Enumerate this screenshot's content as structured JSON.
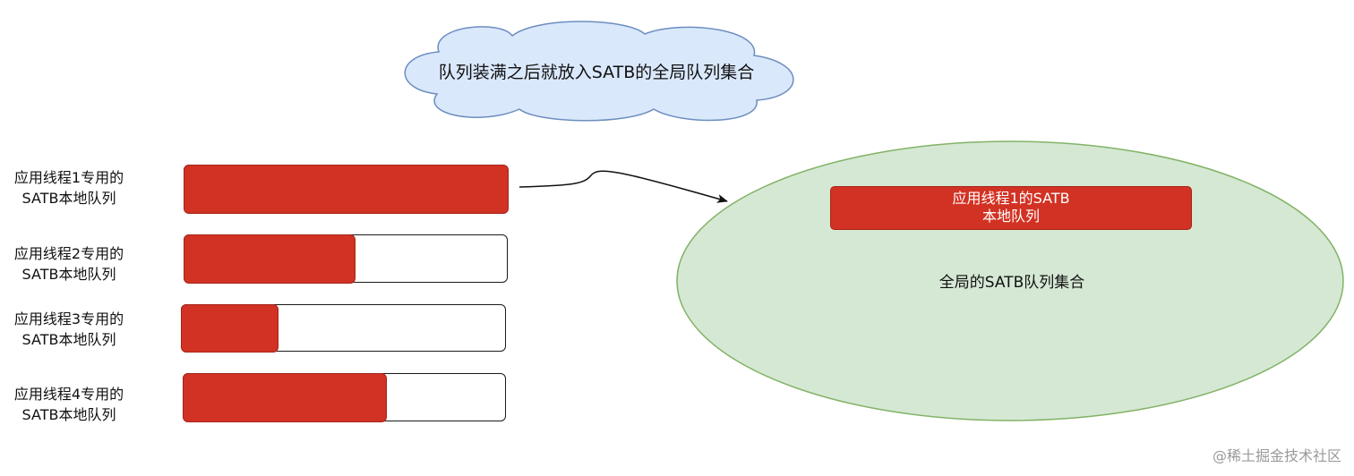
{
  "cloud": {
    "text": "队列装满之后就放入SATB的全局队列集合",
    "fill": "#dae8fc",
    "stroke": "#6c8ebf"
  },
  "queues": [
    {
      "label_line1": "应用线程1专用的",
      "label_line2": "SATB本地队列",
      "fill_fraction": 1.0
    },
    {
      "label_line1": "应用线程2专用的",
      "label_line2": "SATB本地队列",
      "fill_fraction": 0.53
    },
    {
      "label_line1": "应用线程3专用的",
      "label_line2": "SATB本地队列",
      "fill_fraction": 0.3
    },
    {
      "label_line1": "应用线程4专用的",
      "label_line2": "SATB本地队列",
      "fill_fraction": 0.63
    }
  ],
  "global_set": {
    "block_line1": "应用线程1的SATB",
    "block_line2": "本地队列",
    "label": "全局的SATB队列集合",
    "fill": "#d5e8d4",
    "stroke": "#82b366"
  },
  "colors": {
    "queue_fill": "#d23223",
    "queue_border": "#1a1a1a"
  },
  "watermark": "@稀土掘金技术社区"
}
